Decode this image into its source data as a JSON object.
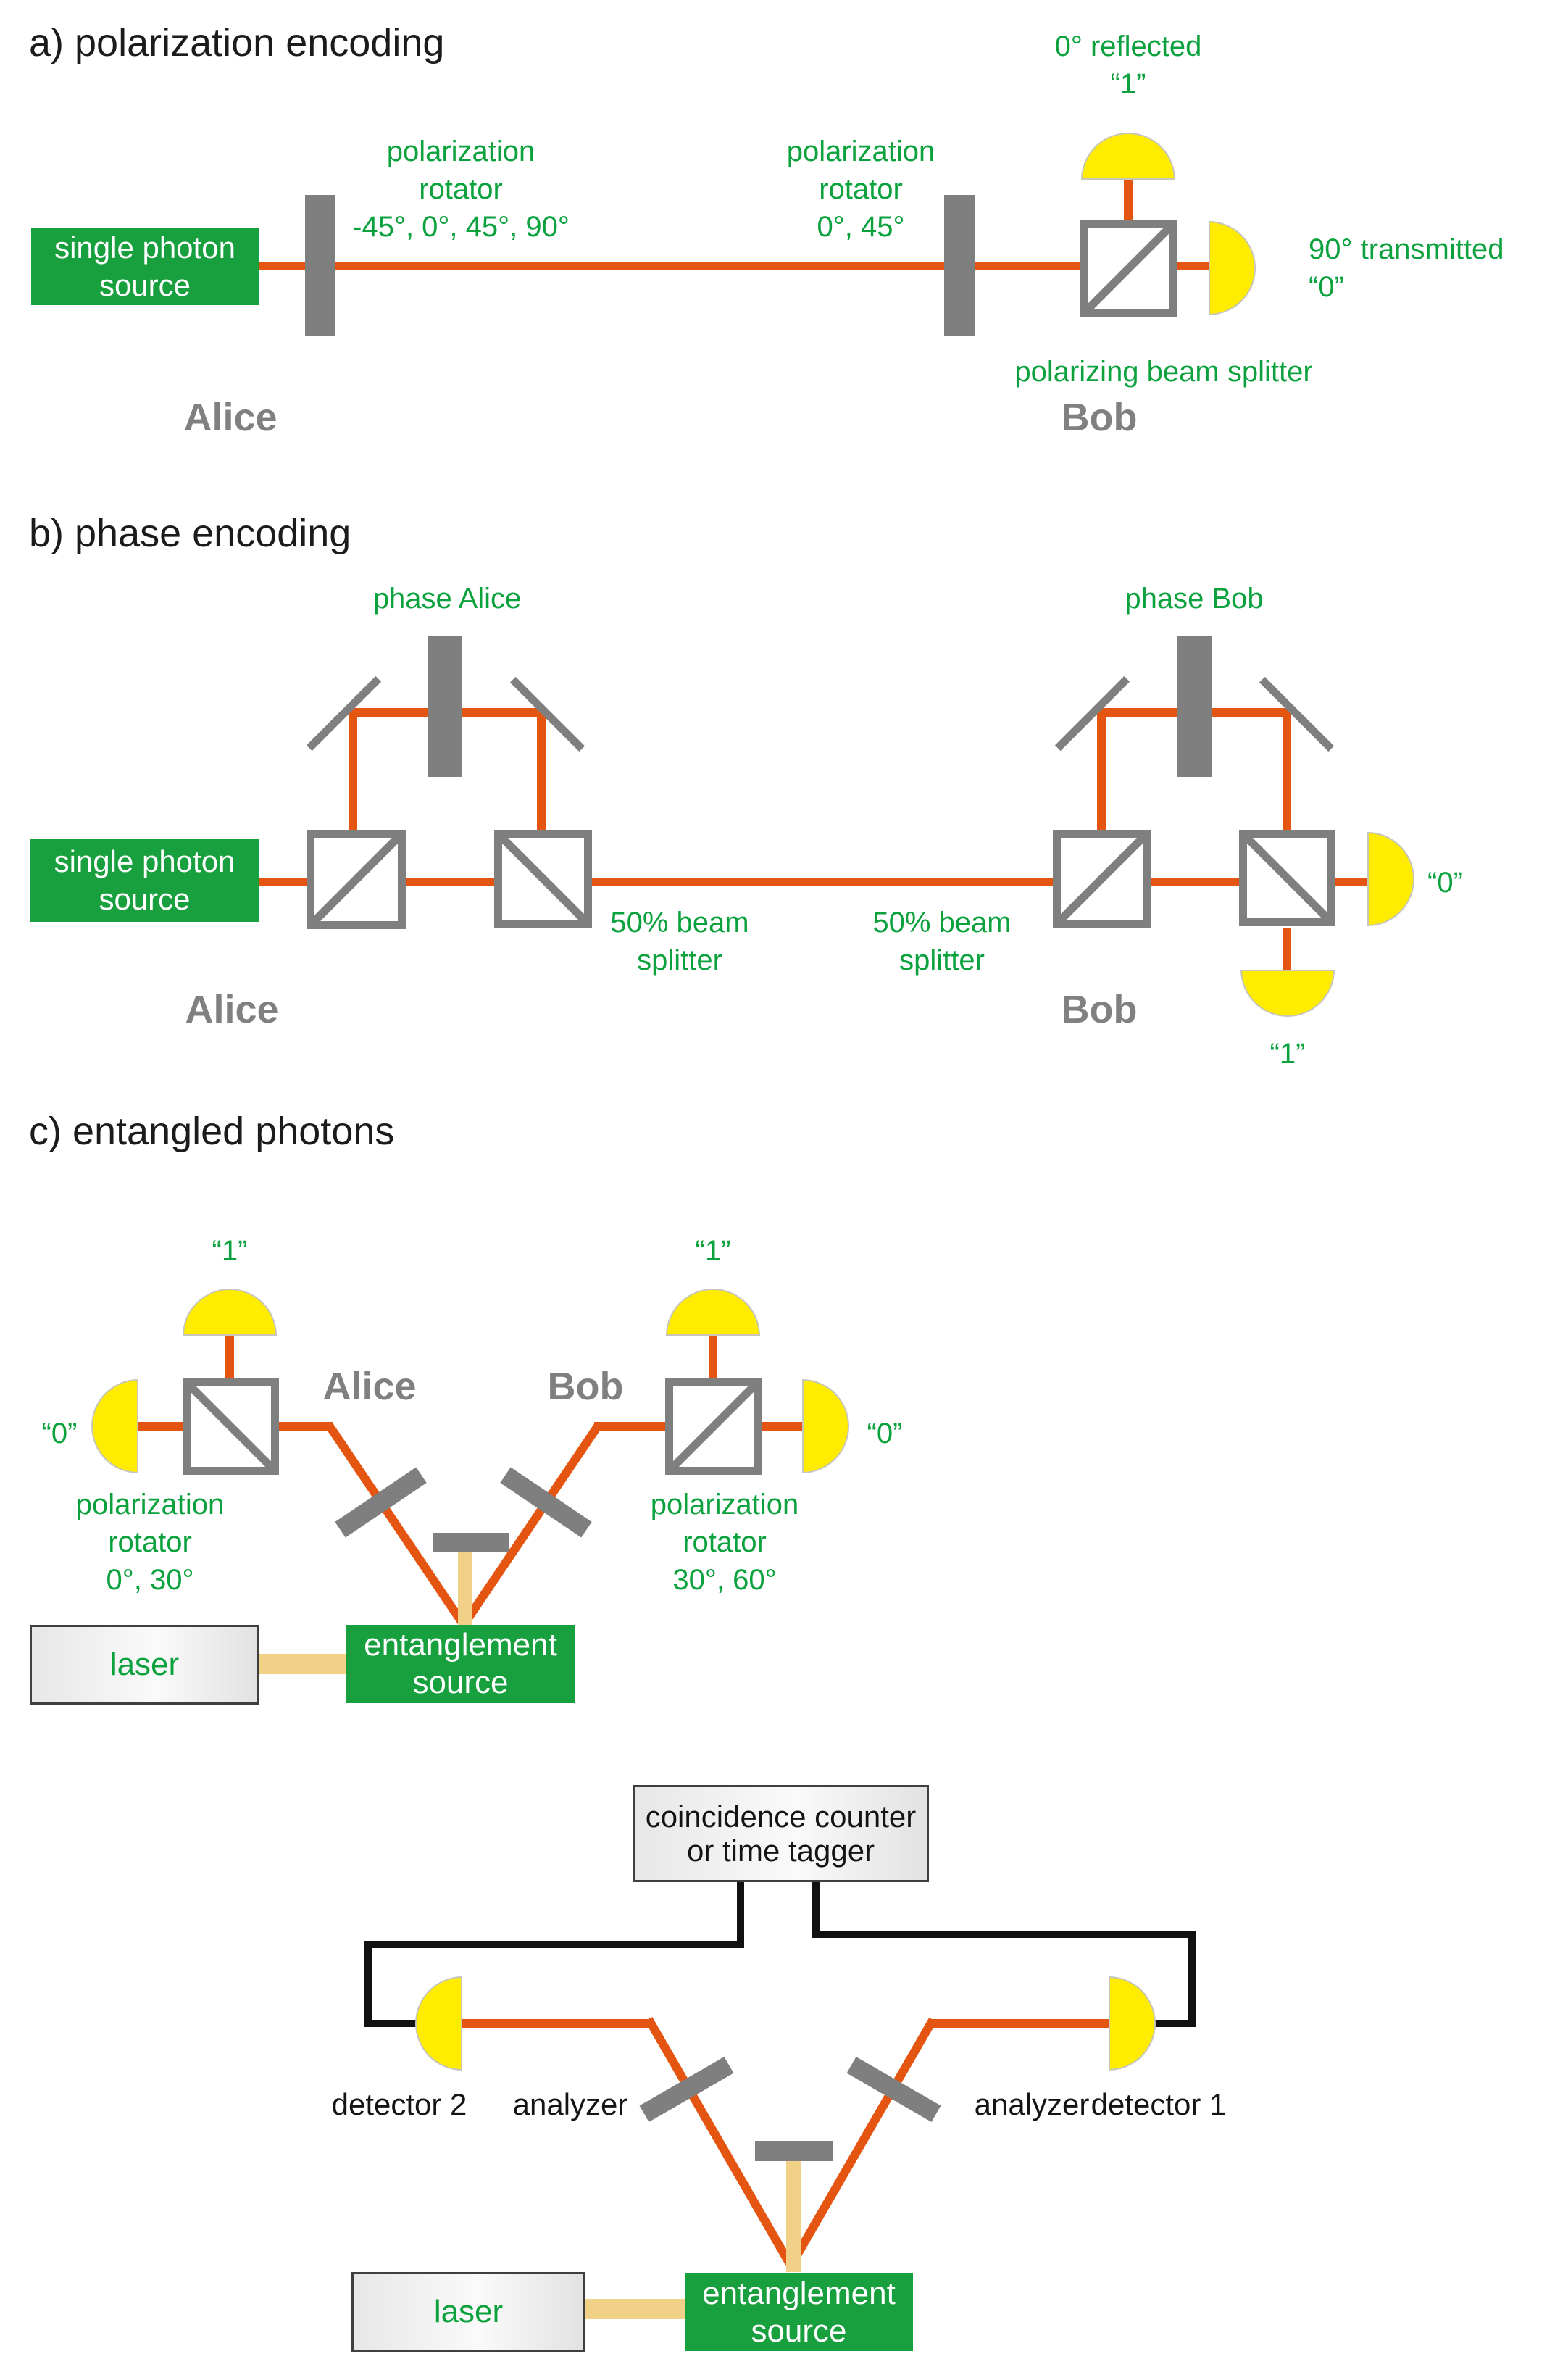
{
  "colors": {
    "green": "#18A03E",
    "green_text": "#0BA23E",
    "orange": "#E55512",
    "yellow": "#FFEC00",
    "gray": "#7F7F7F",
    "gray_text": "#808080",
    "tan": "#F1D188",
    "black_text": "#141414",
    "wire": "#111111",
    "dome_border": "#C6C6BA"
  },
  "section_a": {
    "title": "a) polarization encoding",
    "source_box": {
      "lines": [
        "single photon",
        "source"
      ]
    },
    "rotator_label_1": {
      "lines": [
        "polarization",
        "rotator",
        "-45°, 0°, 45°, 90°"
      ]
    },
    "rotator_label_2": {
      "lines": [
        "polarization",
        "rotator",
        "0°, 45°"
      ]
    },
    "reflected_label": {
      "lines": [
        "0° reflected",
        "“1”"
      ]
    },
    "transmitted_label": {
      "lines": [
        "90° transmitted",
        "“0”"
      ]
    },
    "pbs_label": "polarizing beam splitter",
    "alice": "Alice",
    "bob": "Bob"
  },
  "section_b": {
    "title": "b) phase encoding",
    "source_box": {
      "lines": [
        "single photon",
        "source"
      ]
    },
    "phase_alice": "phase Alice",
    "phase_bob": "phase Bob",
    "bs_label_1": {
      "lines": [
        "50% beam",
        "splitter"
      ]
    },
    "bs_label_2": {
      "lines": [
        "50% beam",
        "splitter"
      ]
    },
    "det0": "“0”",
    "det1": "“1”",
    "alice": "Alice",
    "bob": "Bob"
  },
  "section_c": {
    "title": "c) entangled photons",
    "alice": "Alice",
    "bob": "Bob",
    "one_left": "“1”",
    "one_right": "“1”",
    "zero_left": "“0”",
    "zero_right": "“0”",
    "rotator_left": {
      "lines": [
        "polarization",
        "rotator",
        "0°, 30°"
      ]
    },
    "rotator_right": {
      "lines": [
        "polarization",
        "rotator",
        "30°, 60°"
      ]
    },
    "laser": "laser",
    "source_box": {
      "lines": [
        "entanglement",
        "source"
      ]
    }
  },
  "section_c2": {
    "counter_box": {
      "lines": [
        "coincidence counter",
        "or time tagger"
      ]
    },
    "detector2": "detector 2",
    "detector1": "detector 1",
    "analyzer_left": "analyzer",
    "analyzer_right": "analyzer",
    "laser": "laser",
    "source_box": {
      "lines": [
        "entanglement",
        "source"
      ]
    }
  }
}
